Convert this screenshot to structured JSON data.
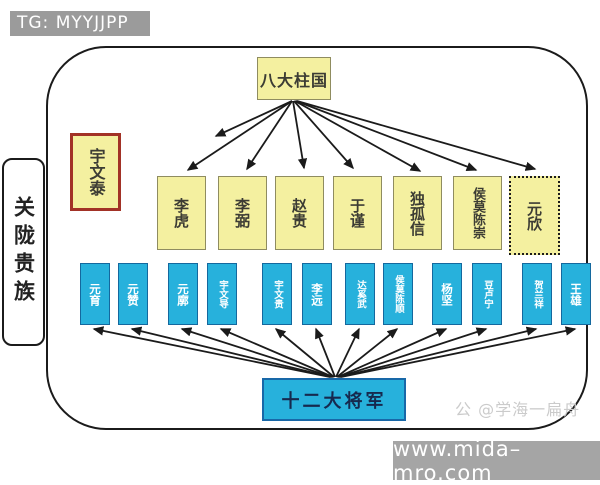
{
  "banner": {
    "tag_text": "TG: MYYJJPP"
  },
  "diagram": {
    "left_label": "关陇贵族",
    "root_label": "八大柱国",
    "leader": "宇文泰",
    "pillars": [
      "李虎",
      "李弼",
      "赵贵",
      "于谨",
      "独孤信",
      "侯莫陈崇",
      "元欣"
    ],
    "generals_label": "十二大将军",
    "generals": [
      "元育",
      "元赞",
      "元廓",
      "宇文导",
      "宇文贵",
      "李远",
      "达奚武",
      "侯莫陈顺",
      "杨坚",
      "豆卢宁",
      "贺兰祥",
      "王雄"
    ],
    "colors": {
      "pillar_fill": "#f4f0a0",
      "general_fill": "#27b1dc",
      "leader_border": "#a23226",
      "arrow": "#1b1b1b"
    }
  },
  "watermark": {
    "logo": "公",
    "handle": "@学海一扁舟"
  },
  "site_banner": {
    "url_text": "www.mida–mro.com"
  }
}
